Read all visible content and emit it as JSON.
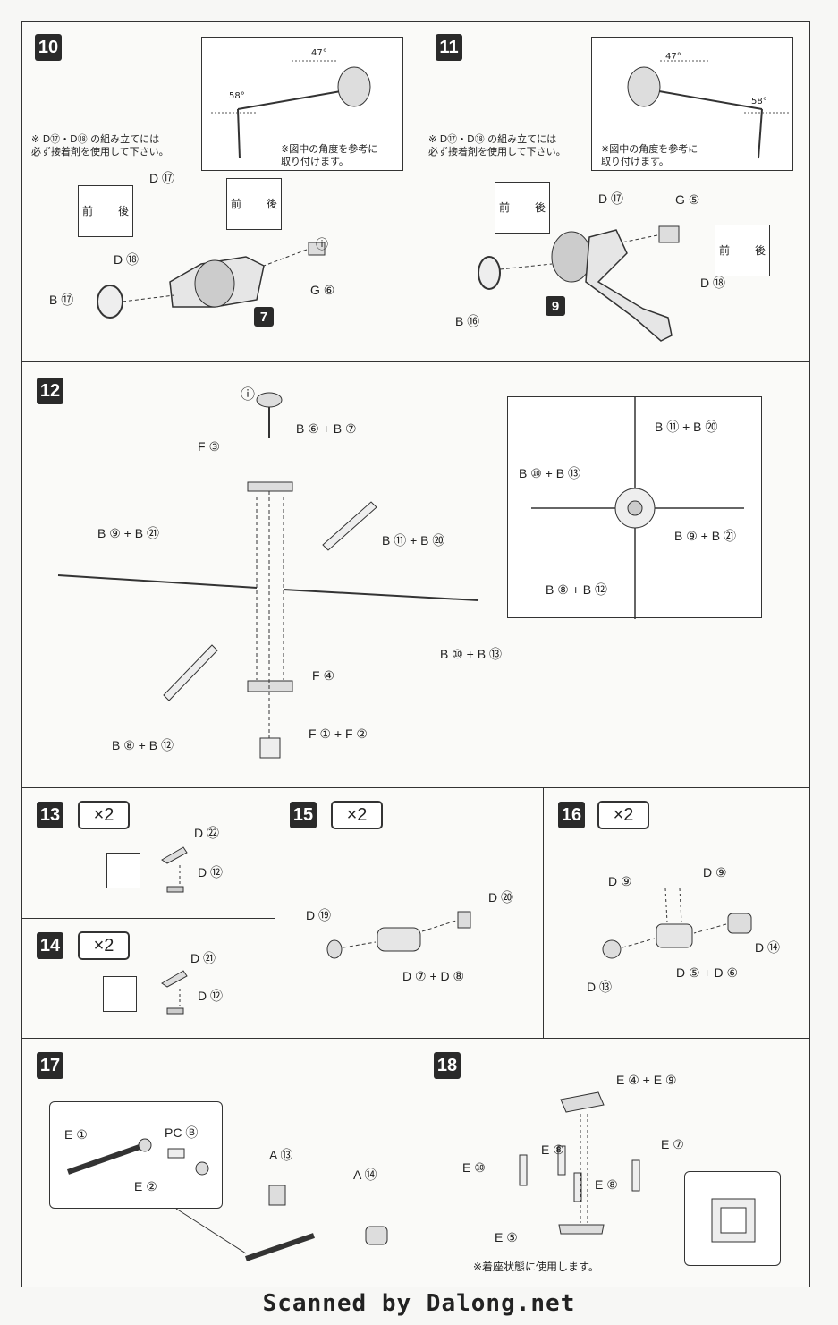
{
  "footer": "Scanned by Dalong.net",
  "steps": {
    "s10": {
      "num": "10",
      "note_glue": "※ D⑰・D⑱ の組み立てには\n必ず接着剤を使用して下さい。",
      "note_angle": "※図中の角度を参考に\n取り付けます。",
      "angle1": "47°",
      "angle2": "58°",
      "front": "前",
      "back": "後",
      "part_no": "7",
      "labels": {
        "d17": "D ⑰",
        "d18": "D ⑱",
        "b17": "B ⑰",
        "g6": "G ⑥"
      }
    },
    "s11": {
      "num": "11",
      "note_glue": "※ D⑰・D⑱ の組み立てには\n必ず接着剤を使用して下さい。",
      "note_angle": "※図中の角度を参考に\n取り付けます。",
      "angle1": "47°",
      "angle2": "58°",
      "front": "前",
      "back": "後",
      "part_no": "9",
      "labels": {
        "d17": "D ⑰",
        "d18": "D ⑱",
        "b16": "B ⑯",
        "g5": "G ⑤"
      }
    },
    "s12": {
      "num": "12",
      "labels": {
        "b6b7": "B ⑥ + B ⑦",
        "f3": "F ③",
        "b9b21": "B ⑨ + B ㉑",
        "b11b20": "B ⑪ + B ⑳",
        "b10b13": "B ⑩ + B ⑬",
        "f4": "F ④",
        "b8b12": "B ⑧ + B ⑫",
        "f1f2": "F ① + F ②"
      },
      "inset": {
        "b11b20": "B ⑪ + B ⑳",
        "b10b13": "B ⑩ + B ⑬",
        "b9b21": "B ⑨ + B ㉑",
        "b8b12": "B ⑧ + B ⑫"
      }
    },
    "s13": {
      "num": "13",
      "mult": "×2",
      "labels": {
        "d22": "D ㉒",
        "d12": "D ⑫"
      }
    },
    "s14": {
      "num": "14",
      "mult": "×2",
      "labels": {
        "d21": "D ㉑",
        "d12": "D ⑫"
      }
    },
    "s15": {
      "num": "15",
      "mult": "×2",
      "labels": {
        "d19": "D ⑲",
        "d20": "D ⑳",
        "d7d8": "D ⑦ + D ⑧"
      }
    },
    "s16": {
      "num": "16",
      "mult": "×2",
      "labels": {
        "d9a": "D ⑨",
        "d9b": "D ⑨",
        "d14": "D ⑭",
        "d13": "D ⑬",
        "d5d6": "D ⑤ + D ⑥"
      }
    },
    "s17": {
      "num": "17",
      "labels": {
        "e1": "E ①",
        "pcb": "PC Ⓑ",
        "e2": "E ②",
        "a13": "A ⑬",
        "a14": "A ⑭"
      }
    },
    "s18": {
      "num": "18",
      "labels": {
        "e4e9": "E ④ + E ⑨",
        "e8a": "E ⑧",
        "e7": "E ⑦",
        "e10": "E ⑩",
        "e8b": "E ⑧",
        "e5": "E ⑤"
      },
      "note": "※着座状態に使用します。"
    }
  },
  "icons": [
    "caution-icon",
    "arrow-icon"
  ]
}
